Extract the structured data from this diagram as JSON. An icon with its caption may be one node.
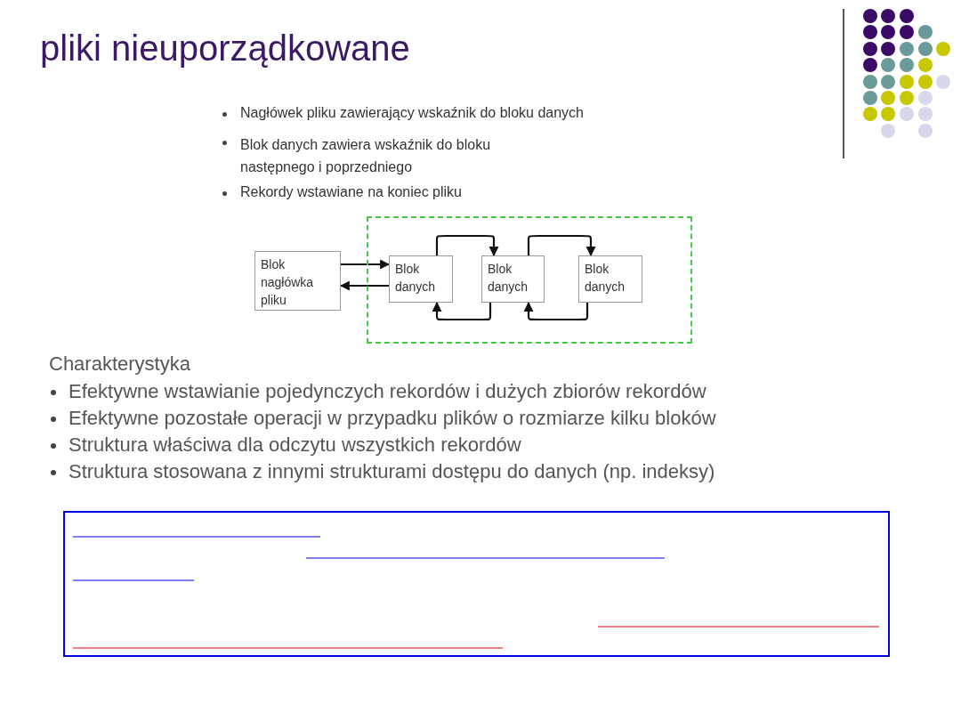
{
  "diagram": {
    "title": "pliki nieuporządkowane",
    "nodes": [
      {
        "text": [
          "Blok nagłówka pliku"
        ]
      },
      {
        "text": [],
        "shape": "box"
      },
      {
        "text": [
          "Blok danych"
        ],
        "in": 1
      },
      {
        "text": [
          "Blok danych"
        ],
        "in": 1
      },
      {
        "text": [
          "Blok danych"
        ],
        "in": 1
      }
    ],
    "edges": [
      {
        "from": 0,
        "to": 2,
        "arrow": "to"
      },
      {
        "from": 2,
        "to": 0,
        "arrow": "to"
      },
      {
        "from": 2,
        "to": 3,
        "arrow": "to"
      },
      {
        "from": 3,
        "to": 2,
        "arrow": "to"
      },
      {
        "from": 3,
        "to": 4,
        "arrow": "to"
      },
      {
        "from": 4,
        "to": 3,
        "arrow": "to"
      }
    ],
    "labels": [
      "Nagłówek pliku zawierający wskaźnik do bloku danych",
      "Blok danych zawiera wskaźnik do bloku następnego i poprzedniego",
      "Rekordy wstawiane na koniec pliku",
      "Charakterystyka",
      "Efektywne wstawianie pojedynczych rekordów i dużych zbiorów rekordów",
      "Efektywne pozostałe operacji w przypadku plików o rozmiarze kilku bloków",
      "Struktura właściwa dla odczytu wszystkich rekordów",
      "Struktura stosowana z innymi strukturami dostępu do danych (np. indeksy)"
    ]
  }
}
